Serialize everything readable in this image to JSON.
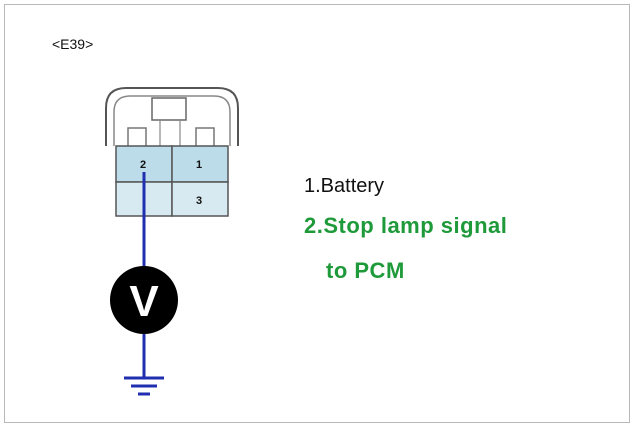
{
  "connector": {
    "id": "<E39>",
    "pins": [
      {
        "number": "2"
      },
      {
        "number": "1"
      },
      {
        "number": "3"
      }
    ]
  },
  "meter": {
    "symbol": "V",
    "icon": "voltmeter-icon",
    "ground_icon": "ground-icon"
  },
  "legend": {
    "item1": "1.Battery",
    "item2_line1": "2.Stop lamp signal",
    "item2_line2": "to PCM"
  },
  "colors": {
    "pin_fill": "#bcdcea",
    "pin_fill_light": "#d7e9f1",
    "probe_wire": "#1f2fb0",
    "highlight_text": "#1f9a3a",
    "meter_fill": "#000000"
  }
}
